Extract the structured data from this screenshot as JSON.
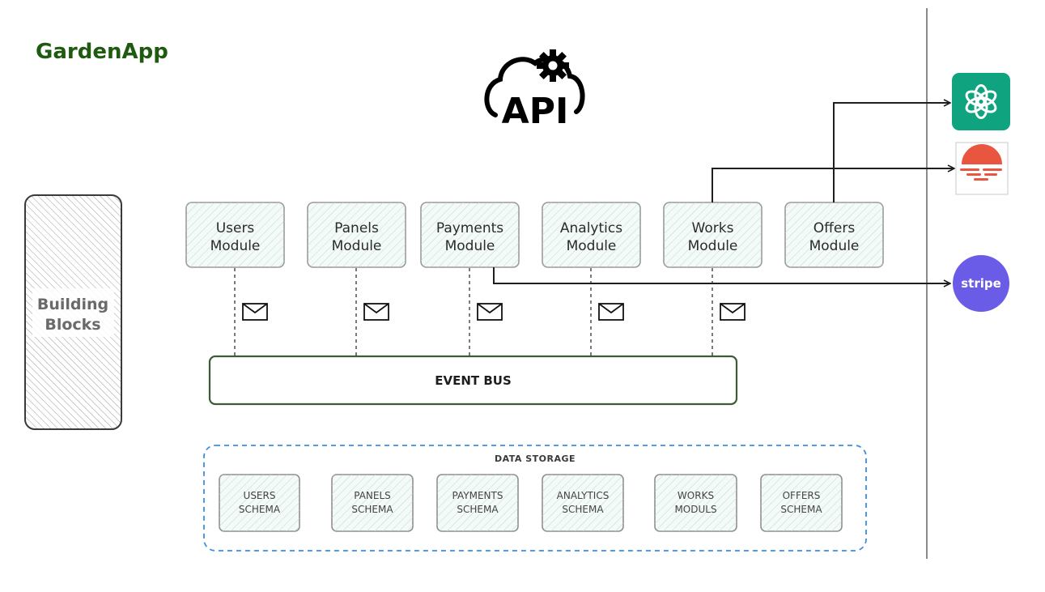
{
  "app_title": "GardenApp",
  "api": {
    "label": "API",
    "icon": "cloud-gear-icon"
  },
  "building_blocks": {
    "line1": "Building",
    "line2": "Blocks"
  },
  "modules": [
    {
      "line1": "Users",
      "line2": "Module"
    },
    {
      "line1": "Panels",
      "line2": "Module"
    },
    {
      "line1": "Payments",
      "line2": "Module"
    },
    {
      "line1": "Analytics",
      "line2": "Module"
    },
    {
      "line1": "Works",
      "line2": "Module"
    },
    {
      "line1": "Offers",
      "line2": "Module"
    }
  ],
  "event_bus": {
    "label": "EVENT BUS"
  },
  "data_storage": {
    "title": "DATA STORAGE",
    "schemas": [
      {
        "line1": "USERS",
        "line2": "SCHEMA"
      },
      {
        "line1": "PANELS",
        "line2": "SCHEMA"
      },
      {
        "line1": "PAYMENTS",
        "line2": "SCHEMA"
      },
      {
        "line1": "ANALYTICS",
        "line2": "SCHEMA"
      },
      {
        "line1": "WORKS",
        "line2": "MODULS"
      },
      {
        "line1": "OFFERS",
        "line2": "SCHEMA"
      }
    ]
  },
  "external_services": {
    "openai": {
      "icon": "openai-icon",
      "color": "#10a37f"
    },
    "sunrise": {
      "icon": "sunset-logo-icon",
      "color": "#e8563f"
    },
    "stripe": {
      "label": "stripe",
      "icon": "stripe-icon",
      "color": "#6b5ce7"
    }
  },
  "colors": {
    "brand": "#1f5a11",
    "module_fill": "#eef7f3",
    "module_border": "#9a9a9a",
    "event_bus_border": "#3f5b35",
    "storage_border": "#3b8ee0",
    "boundary_line": "#8a8a8a"
  }
}
